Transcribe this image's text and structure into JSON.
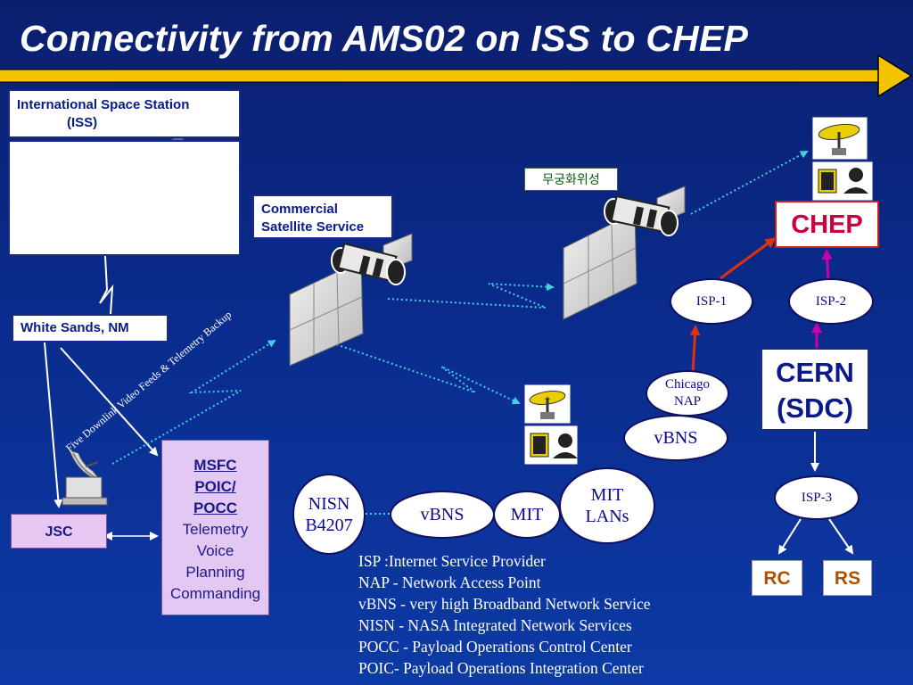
{
  "title": "Connectivity from AMS02 on ISS to CHEP",
  "iss": {
    "line1": "International Space Station",
    "line2": "(ISS)"
  },
  "commercial_satellite": {
    "line1": "Commercial",
    "line2": "Satellite Service"
  },
  "white_sands": "White Sands, NM",
  "jsc": "JSC",
  "msfc": {
    "line1": "MSFC",
    "line2": "POIC/",
    "line3": "POCC",
    "items": [
      "Telemetry",
      "Voice",
      "Planning",
      "Commanding"
    ]
  },
  "downlink_label": "Five Downlink Video Feeds & Telemetry Backup",
  "korean_satellite": "무궁화위성",
  "nodes": {
    "nisn": {
      "line1": "NISN",
      "line2": "B4207"
    },
    "vbns_left": "vBNS",
    "mit": "MIT",
    "mit_lans": {
      "line1": "MIT",
      "line2": "LANs"
    },
    "vbns_right": "vBNS",
    "chicago_nap": {
      "line1": "Chicago",
      "line2": "NAP"
    },
    "isp1": "ISP-1",
    "isp2": "ISP-2",
    "isp3": "ISP-3"
  },
  "chep": "CHEP",
  "cern": {
    "line1": "CERN",
    "line2": "(SDC)"
  },
  "rc": "RC",
  "rs": "RS",
  "legend": [
    "ISP :Internet Service  Provider",
    "NAP - Network Access Point",
    "vBNS - very high Broadband Network Service",
    "NISN - NASA Integrated Network Services",
    "POCC - Payload Operations Control Center",
    "POIC- Payload Operations Integration Center"
  ],
  "colors": {
    "title_arrow": "#f5c400",
    "red_arrow": "#e03010",
    "magenta_arrow": "#cc00aa",
    "link_dots": "#40d0e0"
  }
}
